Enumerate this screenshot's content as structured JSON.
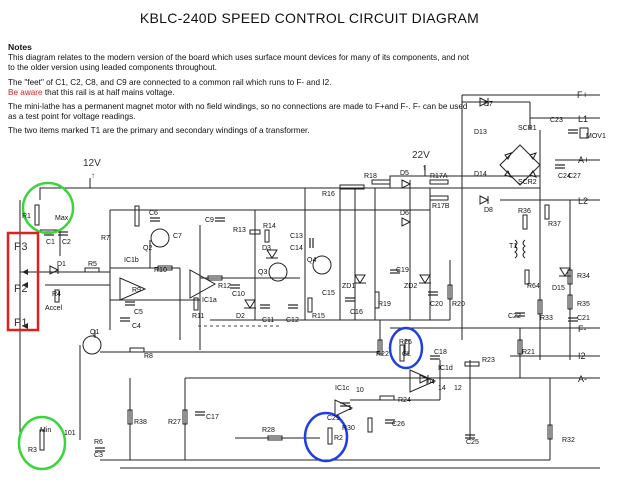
{
  "diagram": {
    "title": "KBLC-240D SPEED CONTROL CIRCUIT DIAGRAM",
    "notes": {
      "heading": "Notes",
      "p1": "This diagram relates to the modern version of the board which uses surface mount devices for many of its components, and not to the older version using leaded components throughout.",
      "p2a": "The \"feet\" of C1, C2, C8, and C9 are connected to a common rail which runs to F- and I2.",
      "p2b_warn": "Be aware",
      "p2b_rest": " that this rail is at half mains voltage.",
      "p3": "The mini-lathe has a permanent magnet motor with no field windings, so no connections are made to F+and F-.   F- can be used as a test point for voltage readings.",
      "p4": "The two items marked T1 are the primary and secondary windings of a transformer."
    },
    "voltages": {
      "v12": "12V",
      "v22": "22V"
    },
    "panel_points": {
      "p3": "P3",
      "p2": "P2",
      "p1": "P1"
    },
    "terminals": {
      "fplus": "F+",
      "l1": "L1",
      "aplus": "A+",
      "l2": "L2",
      "fminus": "F-",
      "i2": "I2",
      "aminus": "A-"
    },
    "components": {
      "r1": "R1",
      "max": "Max",
      "c1": "C1",
      "c2": "C2",
      "d1": "D1",
      "r5": "R5",
      "r4": "R4",
      "accel": "Accel",
      "r7": "R7",
      "c6": "C6",
      "q2": "Q2",
      "c7": "C7",
      "c9": "C9",
      "r13": "R13",
      "r14": "R14",
      "d3": "D3",
      "r16": "R16",
      "r18": "R18",
      "d5": "D5",
      "r17a": "R17A",
      "d6": "D6",
      "r17b": "R17B",
      "c13": "C13",
      "c14": "C14",
      "q3": "Q3",
      "q4": "Q4",
      "ic1b": "IC1b",
      "r10": "R10",
      "r9": "R9",
      "c5": "C5",
      "c4": "C4",
      "r12": "R12",
      "c10": "C10",
      "ic1a": "IC1a",
      "r11": "R11",
      "d2": "D2",
      "c11": "C11",
      "c12": "C12",
      "r15": "R15",
      "c15": "C15",
      "zd1": "ZD1",
      "c16": "C16",
      "c19": "C19",
      "zd2": "ZD2",
      "r19": "R19",
      "c20": "C20",
      "r20": "R20",
      "q1": "Q1",
      "r8": "R8",
      "r22": "R22",
      "r26": "R26",
      "cl": "CL",
      "c18": "C18",
      "ic1d": "IC1d",
      "r23": "R23",
      "d4": "D4",
      "r24": "R24",
      "r21": "R21",
      "min": "Min",
      "r3": "R3",
      "r6": "R6",
      "c3": "C3",
      "r38": "R38",
      "r27": "R27",
      "c17": "C17",
      "r28": "R28",
      "ic1c": "IC1c",
      "c29": "C29",
      "r29": "R2",
      "r30": "R30",
      "c26": "C26",
      "c25": "C25",
      "r32": "R32",
      "d7": "D7",
      "d13": "D13",
      "scr1": "SCR1",
      "c23": "C23",
      "mov1": "MOV1",
      "d14": "D14",
      "scr2": "SCR2",
      "c24": "C24",
      "c27": "C27",
      "d8": "D8",
      "r36": "R36",
      "r37": "R37",
      "t1": "T1",
      "r34": "R34",
      "r64": "R64",
      "d15": "D15",
      "r35": "R35",
      "c22": "C22",
      "r33": "R33",
      "c21": "C21",
      "n101": "101",
      "n10": "10",
      "n14": "14",
      "n12": "12",
      "n1": "1"
    }
  }
}
